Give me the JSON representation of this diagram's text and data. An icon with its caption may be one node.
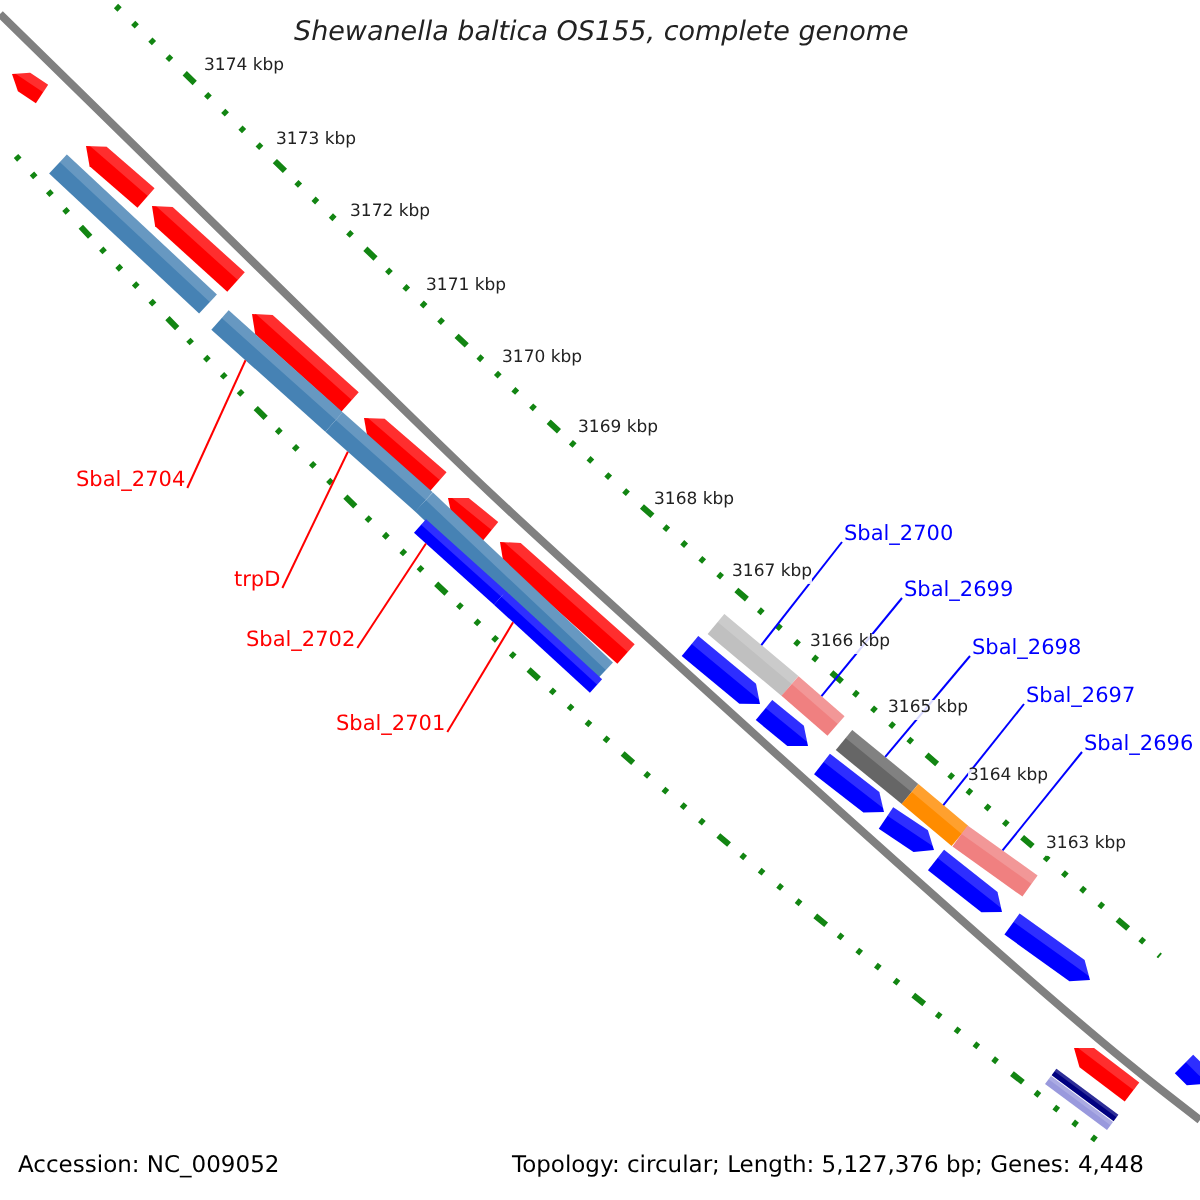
{
  "diagram": {
    "title": "Shewanella baltica OS155, complete genome",
    "nodes": [
      {
        "text": [
          "Sbal_2704"
        ]
      },
      {
        "text": [
          "trpD"
        ]
      },
      {
        "text": [
          "Sbal_2702"
        ]
      },
      {
        "text": [
          "Sbal_2701"
        ]
      },
      {
        "text": [
          "Sbal_2700"
        ]
      },
      {
        "text": [
          "Sbal_2699"
        ]
      },
      {
        "text": [
          "Sbal_2698"
        ]
      },
      {
        "text": [
          "Sbal_2697"
        ]
      },
      {
        "text": [
          "Sbal_2696"
        ]
      },
      {
        "text": [],
        "shape": "bar"
      },
      {
        "text": [],
        "shape": "bar"
      },
      {
        "text": [],
        "shape": "bar"
      },
      {
        "text": [],
        "shape": "bar"
      },
      {
        "text": [],
        "shape": "bar"
      },
      {
        "text": [],
        "shape": "bar"
      },
      {
        "text": [],
        "shape": "bar"
      },
      {
        "text": [],
        "shape": "bar"
      },
      {
        "text": [],
        "shape": "bar"
      }
    ],
    "edges": [
      {
        "from": 0,
        "to": 9,
        "arrow": "none",
        "color": "#ff0000"
      },
      {
        "from": 1,
        "to": 10,
        "arrow": "none",
        "color": "#ff0000"
      },
      {
        "from": 2,
        "to": 11,
        "arrow": "none",
        "color": "#ff0000"
      },
      {
        "from": 3,
        "to": 12,
        "arrow": "none",
        "color": "#ff0000"
      },
      {
        "from": 4,
        "to": 13,
        "arrow": "none"
      },
      {
        "from": 5,
        "to": 14,
        "arrow": "none"
      },
      {
        "from": 6,
        "to": 15,
        "arrow": "none"
      },
      {
        "from": 7,
        "to": 16,
        "arrow": "none"
      },
      {
        "from": 8,
        "to": 17,
        "arrow": "none"
      }
    ],
    "labels": [
      "3174 kbp",
      "3173 kbp",
      "3172 kbp",
      "3171 kbp",
      "3170 kbp",
      "3169 kbp",
      "3168 kbp",
      "3167 kbp",
      "3166 kbp",
      "3165 kbp",
      "3164 kbp",
      "3163 kbp",
      "Accession: NC_009052",
      "Topology: circular; Length: 5,127,376 bp; Genes: 4,448"
    ]
  }
}
